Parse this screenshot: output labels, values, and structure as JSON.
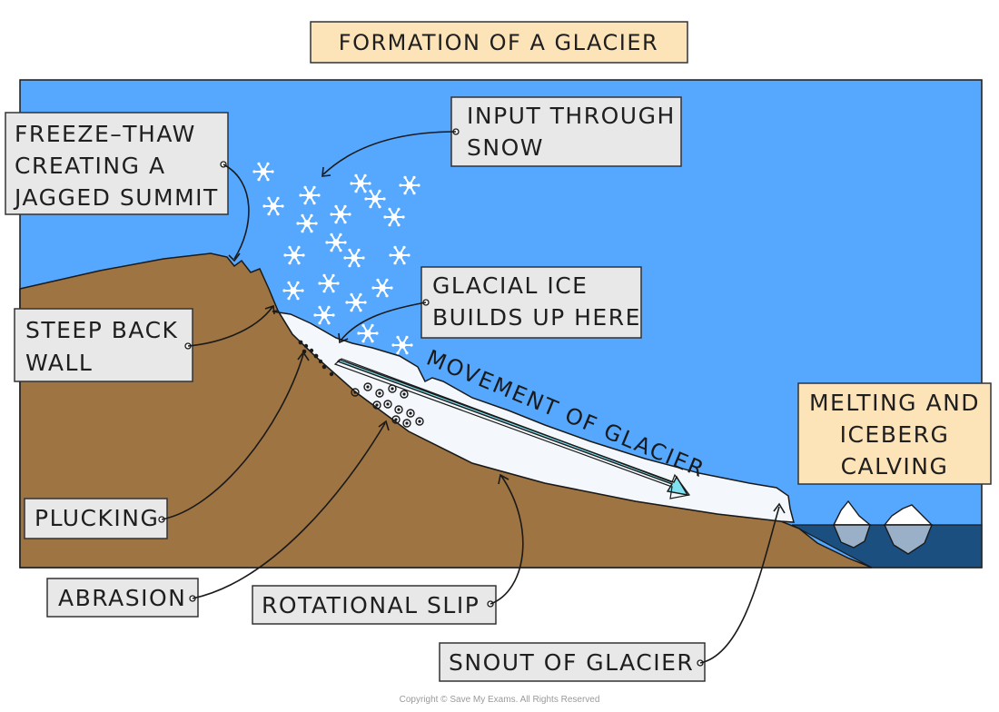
{
  "title": "FORMATION OF A GLACIER",
  "labels": {
    "freeze_thaw": [
      "FREEZE–THAW",
      "CREATING A",
      "JAGGED SUMMIT"
    ],
    "input_snow": [
      "INPUT THROUGH",
      "SNOW"
    ],
    "glacial_ice": [
      "GLACIAL ICE",
      "BUILDS UP HERE"
    ],
    "steep_back_wall": [
      "STEEP BACK",
      "WALL"
    ],
    "melting": [
      "MELTING AND",
      "ICEBERG",
      "CALVING"
    ],
    "plucking": "PLUCKING",
    "abrasion": "ABRASION",
    "rotational_slip": "ROTATIONAL SLIP",
    "snout": "SNOUT OF GLACIER",
    "movement": "MOVEMENT OF GLACIER"
  },
  "copyright": "Copyright © Save My Exams. All Rights Reserved",
  "colors": {
    "sky": "#55a8fe",
    "ground": "#9e7442",
    "ice": "#f4f8fc",
    "sea": "#1a4f80",
    "label_box": "#e8e8e8",
    "title_box": "#fde3b8",
    "flow_arrow": "#7fe0ef"
  }
}
